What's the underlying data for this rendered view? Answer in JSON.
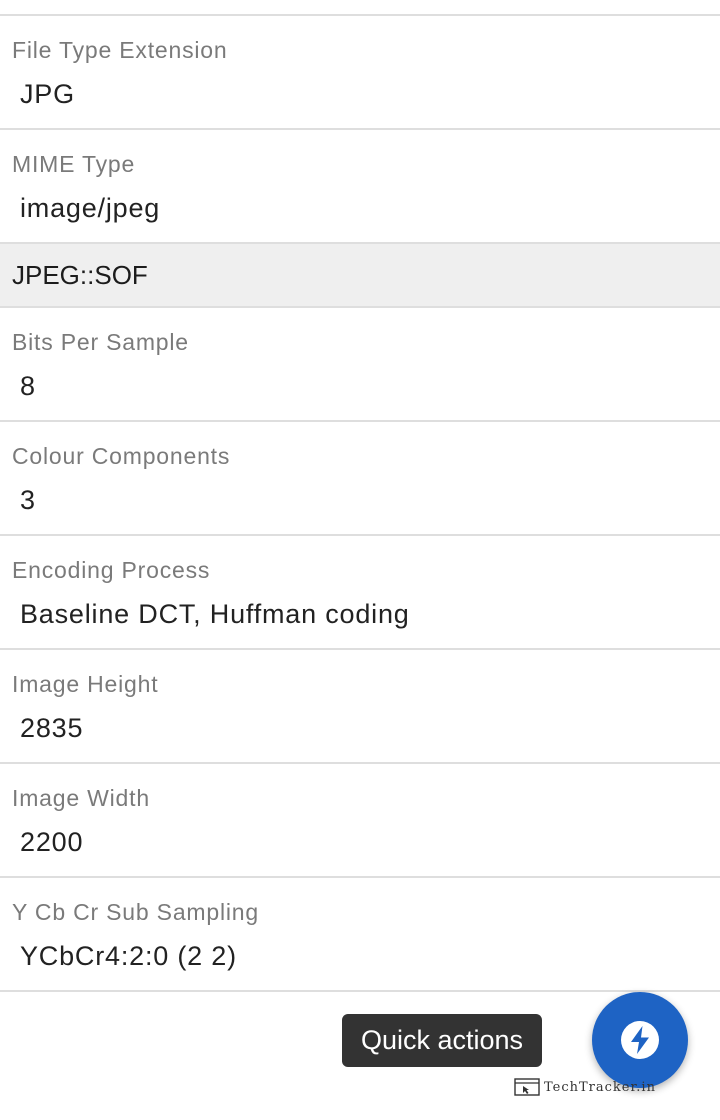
{
  "rows_top": [
    {
      "label": "File Type Extension",
      "value": "JPG"
    },
    {
      "label": "MIME Type",
      "value": "image/jpeg"
    }
  ],
  "section": {
    "title": "JPEG::SOF"
  },
  "rows_bottom": [
    {
      "label": "Bits Per Sample",
      "value": "8"
    },
    {
      "label": "Colour Components",
      "value": "3"
    },
    {
      "label": "Encoding Process",
      "value": "Baseline DCT, Huffman coding"
    },
    {
      "label": "Image Height",
      "value": "2835"
    },
    {
      "label": "Image Width",
      "value": "2200"
    },
    {
      "label": "Y Cb Cr Sub Sampling",
      "value": "YCbCr4:2:0 (2 2)"
    }
  ],
  "fab": {
    "tooltip": "Quick actions",
    "icon": "bolt-icon",
    "color": "#1e63c4"
  },
  "watermark": {
    "text": "TechTracker.in"
  }
}
